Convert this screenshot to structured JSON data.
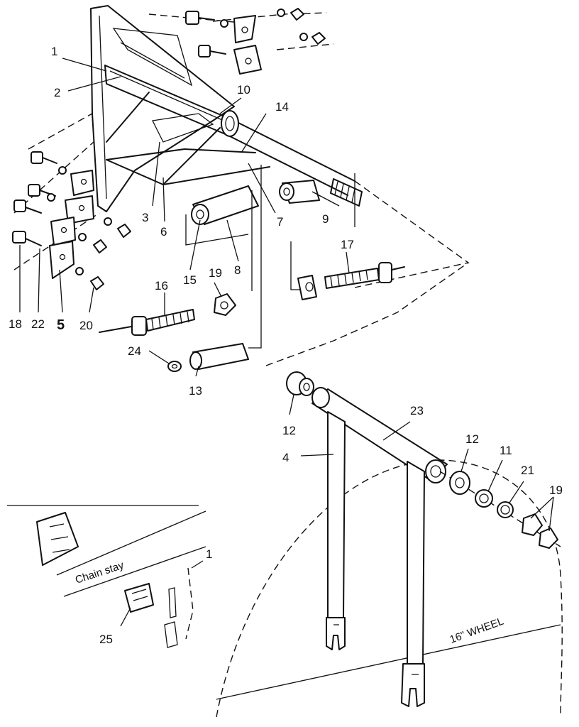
{
  "callouts": {
    "c1": "1",
    "c2": "2",
    "c3": "3",
    "c4": "4",
    "c5": "5",
    "c6": "6",
    "c7": "7",
    "c8": "8",
    "c9": "9",
    "c10": "10",
    "c11": "11",
    "c12a": "12",
    "c12b": "12",
    "c13": "13",
    "c14": "14",
    "c15": "15",
    "c16": "16",
    "c17": "17",
    "c18": "18",
    "c19a": "19",
    "c19b": "19",
    "c20": "20",
    "c21": "21",
    "c22": "22",
    "c23": "23",
    "c24": "24",
    "c25": "25",
    "c1b": "1"
  },
  "labels": {
    "chain_stay": "Chain stay",
    "wheel": "16\" WHEEL"
  }
}
